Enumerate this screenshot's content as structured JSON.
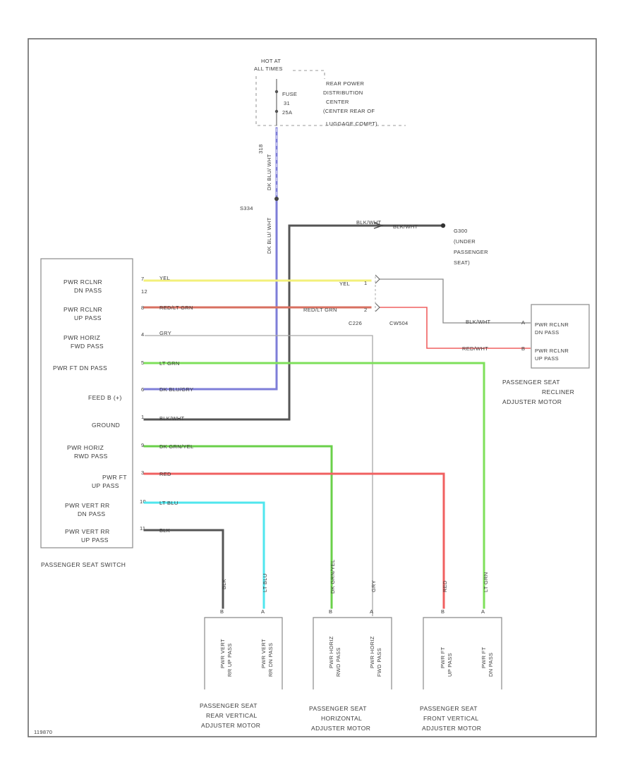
{
  "fuse_box": {
    "hot_at": "HOT AT",
    "hot_at_times": "ALL TIMES",
    "fuse_label": "FUSE",
    "fuse_number": "31",
    "fuse_amps": "25A",
    "location_lines": [
      "REAR POWER",
      "DISTRIBUTION",
      "CENTER",
      "(CENTER REAR OF",
      "LUGGAGE COMPT)"
    ]
  },
  "wires": {
    "fuse_out_circuit": "318",
    "fuse_out_color": "DK BLU/ WHT",
    "splice": "S334",
    "splice_out_color": "DK BLU/ WHT",
    "ground_wire_left": "BLK/WHT",
    "ground_wire_right": "BLK/WHT",
    "ground_id": "G300",
    "ground_location": [
      "(UNDER",
      "PASSENGER",
      "SEAT)"
    ],
    "recliner_dn_color": "YEL",
    "recliner_up_color": "RED/LT GRN",
    "recliner_motor_dn_color": "BLK/WHT",
    "recliner_motor_up_color": "RED/WHT",
    "horiz_fwd_color": "GRY",
    "front_dn_color": "LT GRN",
    "feed_color": "DK BLU/GRY",
    "ground_color": "BLK/WHT",
    "horiz_rwd_color": "DK GRN/YEL",
    "front_up_color": "RED",
    "rear_dn_color": "LT BLU",
    "rear_up_color": "BLK",
    "connector_left": "C226",
    "connector_right": "CW504"
  },
  "switch": {
    "label": "PASSENGER SEAT SWITCH",
    "rows": [
      {
        "l1": "PWR RCLNR",
        "l2": "DN PASS",
        "pin": "7"
      },
      {
        "l1": "PWR RCLNR",
        "l2": "UP PASS",
        "pin": "8"
      },
      {
        "l1": "PWR HORIZ",
        "l2": "FWD PASS",
        "pin": "4"
      },
      {
        "l1": "PWR FT DN PASS",
        "l2": "",
        "pin": "5"
      },
      {
        "l1": "FEED B (+)",
        "l2": "",
        "pin": "6"
      },
      {
        "l1": "GROUND",
        "l2": "",
        "pin": "1"
      },
      {
        "l1": "PWR HORIZ",
        "l2": "RWD PASS",
        "pin": "9"
      },
      {
        "l1": "PWR FT",
        "l2": "UP PASS",
        "pin": "3"
      },
      {
        "l1": "PWR VERT RR",
        "l2": "DN PASS",
        "pin": "10"
      },
      {
        "l1": "PWR VERT RR",
        "l2": "UP PASS",
        "pin": "11"
      }
    ],
    "pin_extra": "12"
  },
  "recliner_motor": {
    "pin_a": "A",
    "pin_b": "B",
    "term_dn_l1": "PWR RCLNR",
    "term_dn_l2": "DN PASS",
    "term_up_l1": "PWR RCLNR",
    "term_up_l2": "UP PASS",
    "label": [
      "PASSENGER SEAT",
      "RECLINER",
      "ADJUSTER MOTOR"
    ]
  },
  "connector_pins": {
    "top": "1",
    "bottom": "2"
  },
  "motors": [
    {
      "left_wire_color": "BLK",
      "right_wire_color": "LT BLU",
      "left_pin": "B",
      "right_pin": "A",
      "term_left": [
        "PWR VERT",
        "RR UP PASS"
      ],
      "term_right": [
        "PWR VERT",
        "RR DN PASS"
      ],
      "label": [
        "PASSENGER SEAT",
        "REAR VERTICAL",
        "ADJUSTER MOTOR"
      ]
    },
    {
      "left_wire_color": "DK GRN/YEL",
      "right_wire_color": "GRY",
      "left_pin": "B",
      "right_pin": "A",
      "term_left": [
        "PWR HORIZ",
        "RWD PASS"
      ],
      "term_right": [
        "PWR HORIZ",
        "FWD PASS"
      ],
      "label": [
        "PASSENGER SEAT",
        "HORIZONTAL",
        "ADJUSTER MOTOR"
      ]
    },
    {
      "left_wire_color": "RED",
      "right_wire_color": "LT GRN",
      "left_pin": "B",
      "right_pin": "A",
      "term_left": [
        "PWR FT",
        "UP PASS"
      ],
      "term_right": [
        "PWR FT",
        "DN PASS"
      ],
      "label": [
        "PASSENGER SEAT",
        "FRONT VERTICAL",
        "ADJUSTER MOTOR"
      ]
    }
  ],
  "figure_id": "119870",
  "colors": {
    "yellow": "#f3f07a",
    "red_green": "#d87060",
    "red": "#f06060",
    "green": "#7ee05a",
    "blue": "#7e7ed8",
    "cyan": "#4fe6ee",
    "dkgreen": "#6ad04a",
    "gray": "#a8a8a8",
    "black": "#555555"
  }
}
